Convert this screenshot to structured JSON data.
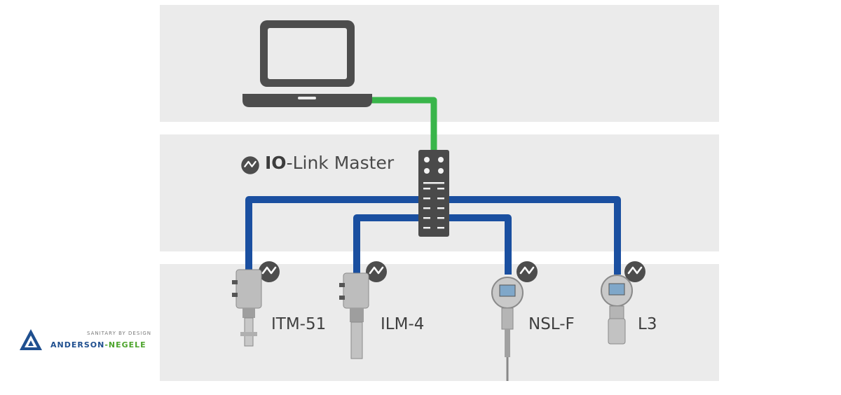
{
  "master": {
    "label_bold": "IO",
    "label_rest": "-Link Master"
  },
  "devices": [
    {
      "label": "ITM-51"
    },
    {
      "label": "ILM-4"
    },
    {
      "label": "NSL-F"
    },
    {
      "label": "L3"
    }
  ],
  "logo": {
    "tagline": "SANITARY BY DESIGN",
    "brand_part1": "ANDERSON",
    "brand_sep": "-",
    "brand_part2": "NEGELE"
  },
  "colors": {
    "green_cable": "#39b54a",
    "blue_cable": "#1a4fa0",
    "device_dark": "#4d4d4d",
    "band": "#ebebeb",
    "brand_blue": "#1f4f8f",
    "brand_green": "#4da42c"
  },
  "icons": [
    "laptop-icon",
    "io-link-icon",
    "io-link-master-hub-icon",
    "anderson-negele-logo-icon"
  ]
}
